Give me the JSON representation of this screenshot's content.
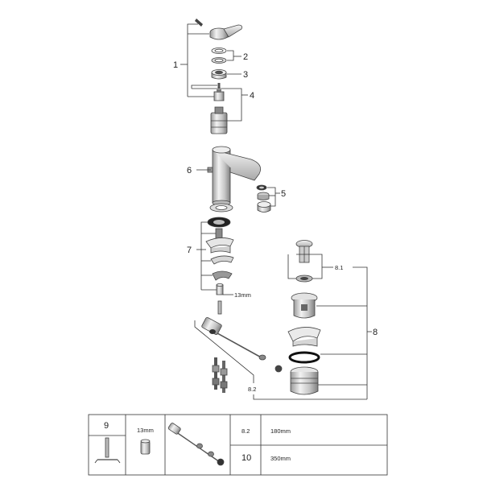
{
  "callouts": {
    "c1": "1",
    "c2": "2",
    "c3": "3",
    "c4": "4",
    "c5": "5",
    "c6": "6",
    "c7": "7",
    "c8": "8",
    "c8_1": "8.1",
    "c8_2": "8.2",
    "size_13mm": "13mm"
  },
  "table": {
    "c9": "9",
    "size_13mm": "13mm",
    "row1_code": "8.2",
    "row1_len": "180mm",
    "row2_code": "10",
    "row2_len": "350mm"
  },
  "colors": {
    "chrome_light": "#e8e8e8",
    "chrome_mid": "#c8c8c8",
    "chrome_dark": "#7a7a7a",
    "gasket": "#111111",
    "line": "#333333"
  }
}
